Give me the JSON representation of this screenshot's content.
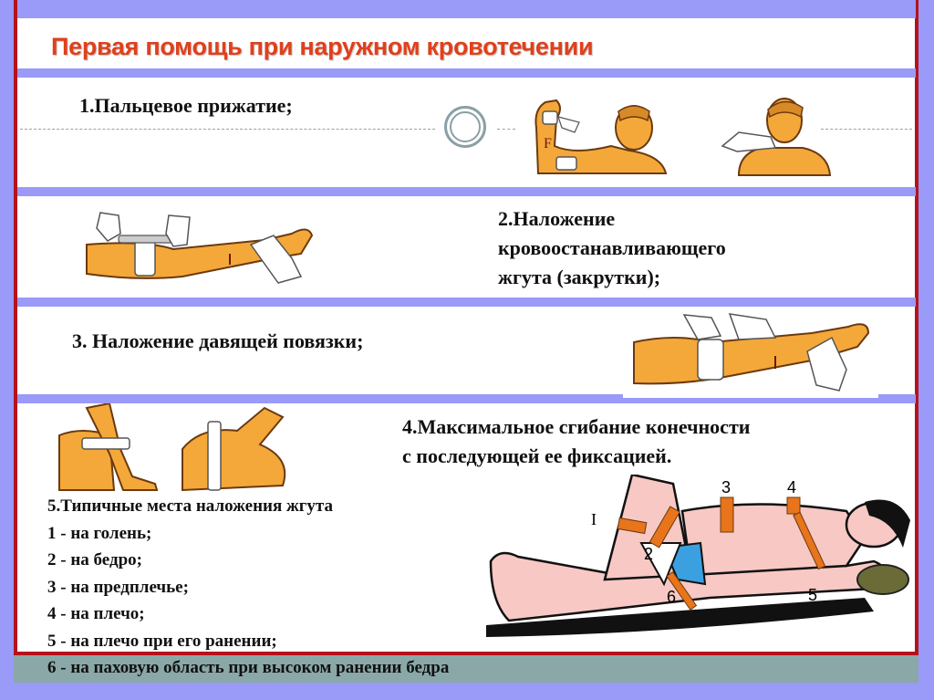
{
  "slide": {
    "title": "Первая помощь при наружном кровотечении",
    "colors": {
      "background": "#9a9af8",
      "frame_border": "#b5121b",
      "title": "#e0401c",
      "text": "#111111",
      "teal_strip": "#8aa8a8"
    },
    "sections": [
      {
        "id": 1,
        "text": "1.Пальцевое прижатие;"
      },
      {
        "id": 2,
        "lines": [
          "2.Наложение",
          "кровоостанавливающего",
          "жгута (закрутки);"
        ]
      },
      {
        "id": 3,
        "text": "3. Наложение давящей повязки;"
      },
      {
        "id": 4,
        "lines": [
          "4.Максимальное сгибание конечности",
          "с последующей ее фиксацией."
        ]
      }
    ],
    "tourniquet_list": {
      "heading": "5.Типичные места наложения жгута",
      "items": [
        "1 - на голень;",
        "2 - на бедро;",
        "3 - на предплечье;",
        "4 - на плечо;",
        "5 - на плечо при его ранении;",
        "6 - на паховую область при высоком ранении бедра"
      ]
    },
    "figure_labels": [
      "I",
      "2",
      "3",
      "4",
      "5",
      "6"
    ],
    "illustrations": [
      "finger-pressure-arm-illustration",
      "finger-pressure-neck-illustration",
      "tourniquet-twist-illustration",
      "pressure-bandage-illustration",
      "limb-flexion-illustration",
      "tourniquet-sites-body-illustration"
    ]
  }
}
